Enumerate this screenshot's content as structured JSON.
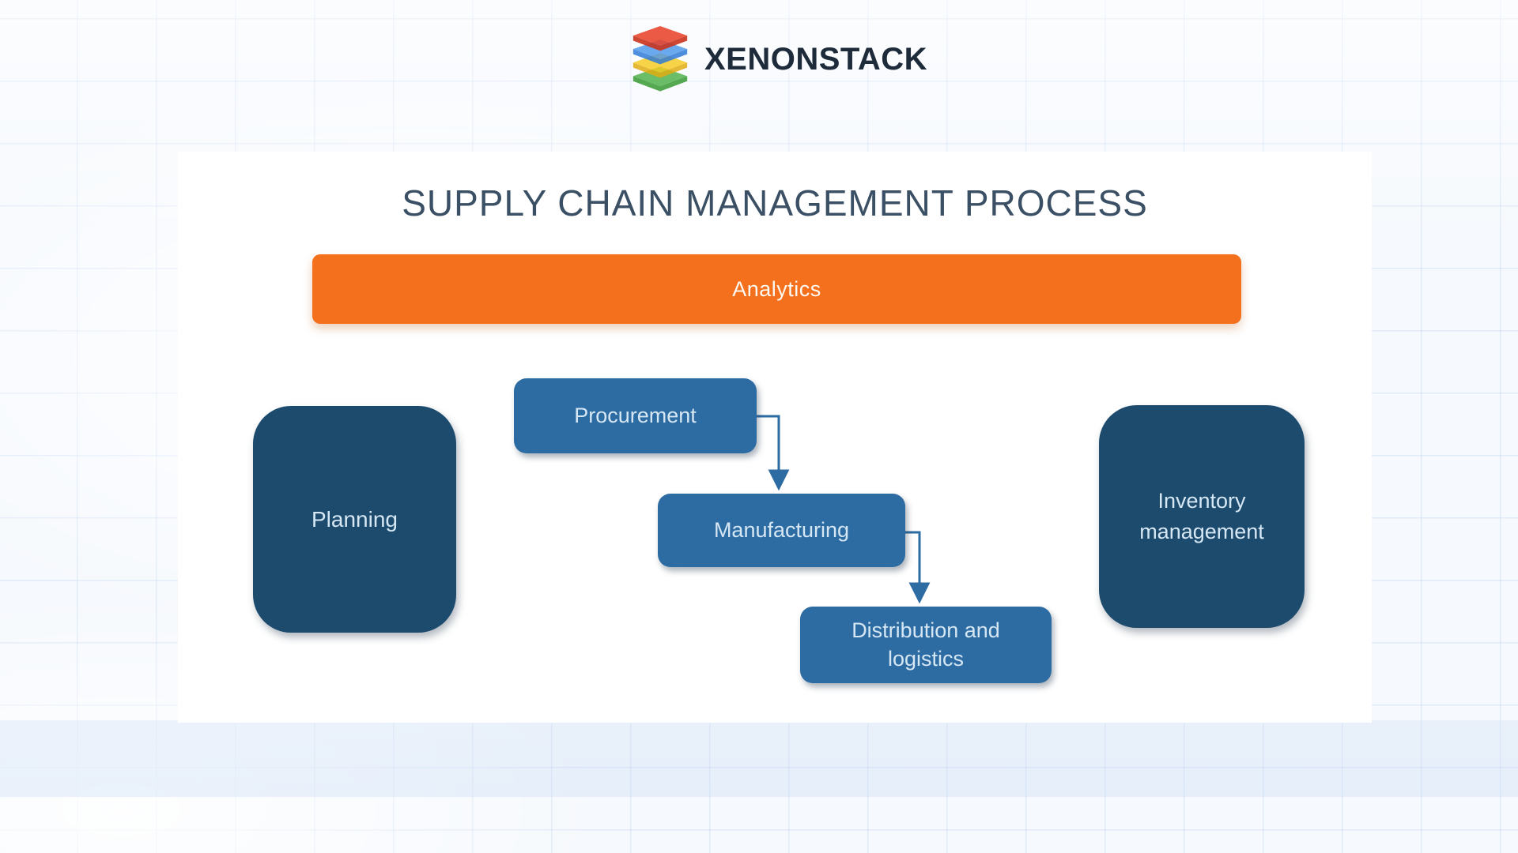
{
  "brand": {
    "name": "XENONSTACK",
    "logo_icon": "layered-stack",
    "logo_colors": {
      "layer1_red": "#e8432b",
      "layer2_blue": "#4b96ea",
      "layer3_yellow": "#f7c91f",
      "layer4_green": "#4caf46"
    },
    "text_color": "#1d2b3a"
  },
  "diagram": {
    "title": "SUPPLY CHAIN MANAGEMENT PROCESS",
    "title_color": "#3b5065",
    "analytics_bar": {
      "label": "Analytics",
      "color": "#f4701d",
      "text_color": "#fdf9f4"
    },
    "node_colors": {
      "large": "#1d4b6e",
      "small": "#2d6ba3",
      "label": "#d6e7f4"
    },
    "connector_color": "#2d6ba3",
    "nodes": [
      {
        "id": "planning",
        "label": "Planning",
        "size": "large"
      },
      {
        "id": "procurement",
        "label": "Procurement",
        "size": "small"
      },
      {
        "id": "manufacturing",
        "label": "Manufacturing",
        "size": "small"
      },
      {
        "id": "distribution",
        "label": "Distribution and logistics",
        "size": "small"
      },
      {
        "id": "inventory",
        "label": "Inventory management",
        "size": "large"
      }
    ],
    "connectors": [
      {
        "from": "procurement",
        "to": "manufacturing"
      },
      {
        "from": "manufacturing",
        "to": "distribution"
      }
    ]
  }
}
